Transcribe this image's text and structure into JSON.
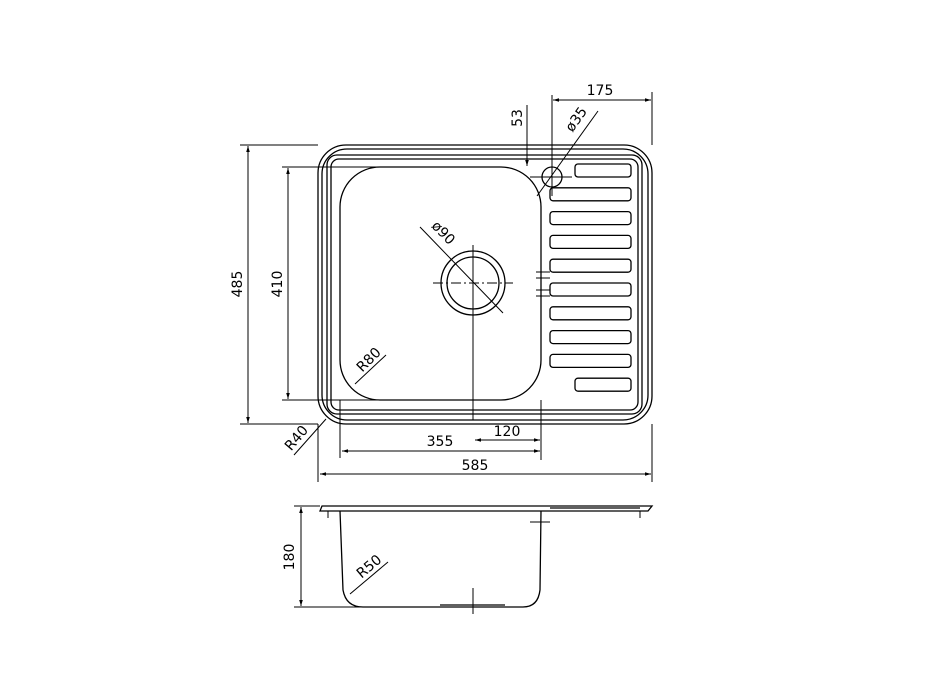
{
  "drawing": {
    "top_view": {
      "overall_width": "585",
      "overall_depth": "485",
      "bowl_depth": "410",
      "bowl_width": "355",
      "drain_offset": "120",
      "drainer_width": "175",
      "overflow_offset": "53",
      "overflow_diameter": "ø35",
      "drain_diameter": "ø90",
      "bowl_radius": "R80",
      "outer_radius": "R40",
      "drainer_slots": 10
    },
    "side_view": {
      "depth": "180",
      "bottom_radius": "R50"
    },
    "line_color": "#000000"
  }
}
